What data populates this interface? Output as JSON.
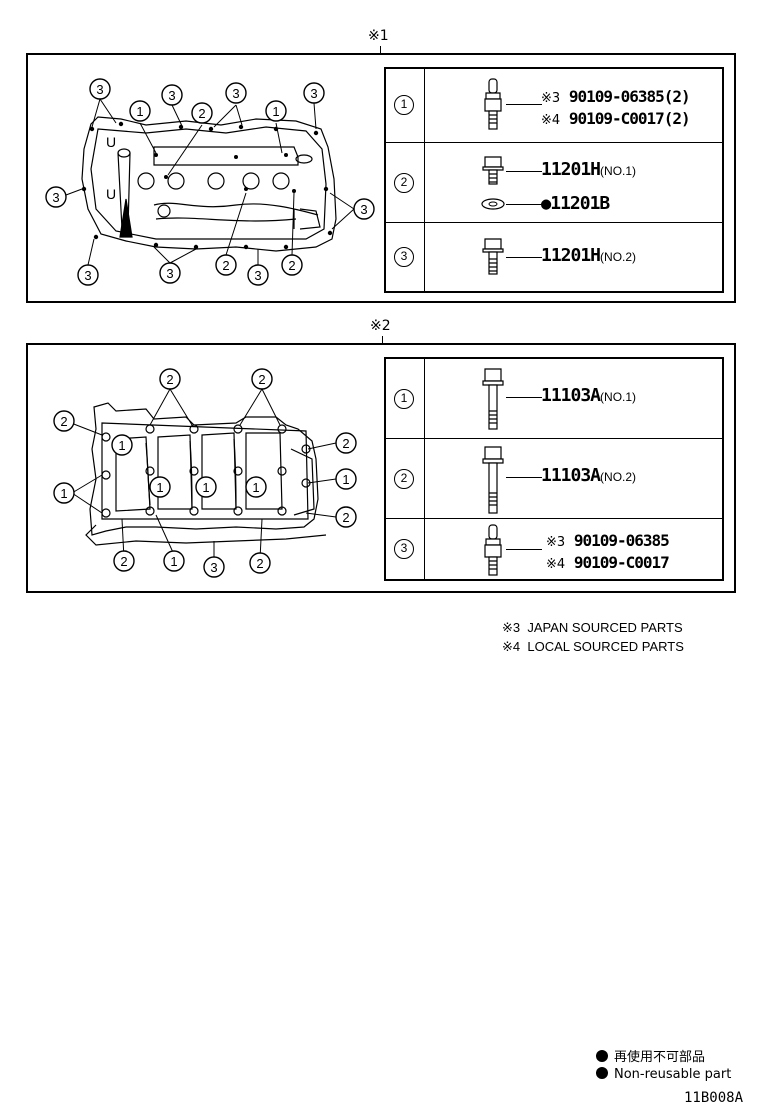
{
  "sections": [
    {
      "mark": "※1",
      "rows": [
        {
          "index": "1",
          "lines": [
            {
              "note": "※3",
              "part": "90109-06385(2)"
            },
            {
              "note": "※4",
              "part": "90109-C0017(2)"
            }
          ]
        },
        {
          "index": "2",
          "lines": [
            {
              "note": "",
              "part": "11201H",
              "suffix": "(NO.1)"
            },
            {
              "note": "●",
              "part": "11201B"
            }
          ]
        },
        {
          "index": "3",
          "lines": [
            {
              "note": "",
              "part": "11201H",
              "suffix": "(NO.2)"
            }
          ]
        }
      ],
      "callouts": [
        "3",
        "3",
        "3",
        "1",
        "2",
        "3",
        "1",
        "3",
        "3",
        "3",
        "3",
        "2",
        "3",
        "2"
      ]
    },
    {
      "mark": "※2",
      "rows": [
        {
          "index": "1",
          "lines": [
            {
              "note": "",
              "part": "11103A",
              "suffix": "(NO.1)"
            }
          ]
        },
        {
          "index": "2",
          "lines": [
            {
              "note": "",
              "part": "11103A",
              "suffix": "(NO.2)"
            }
          ]
        },
        {
          "index": "3",
          "lines": [
            {
              "note": "※3",
              "part": "90109-06385"
            },
            {
              "note": "※4",
              "part": "90109-C0017"
            }
          ]
        }
      ],
      "callouts": [
        "2",
        "2",
        "2",
        "2",
        "1",
        "2",
        "1",
        "2",
        "1",
        "3",
        "2"
      ],
      "inner_labels": [
        "1",
        "1",
        "1",
        "1"
      ]
    }
  ],
  "footnotes": [
    {
      "mark": "※3",
      "text": "JAPAN SOURCED PARTS"
    },
    {
      "mark": "※4",
      "text": "LOCAL SOURCED PARTS"
    }
  ],
  "legend": [
    {
      "text": "再使用不可部品"
    },
    {
      "text": "Non-reusable part"
    }
  ],
  "figure_code": "11B008A"
}
